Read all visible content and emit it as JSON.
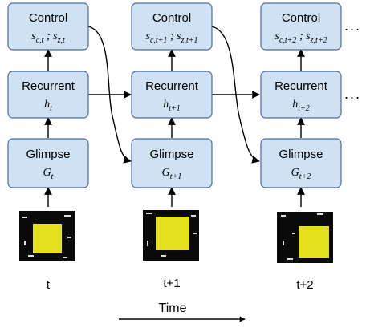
{
  "columns": [
    {
      "control_label": "Control",
      "control_math": [
        {
          "b": "s",
          "s": "c,t"
        },
        {
          "t": " ; "
        },
        {
          "b": "s",
          "s": "z,t"
        }
      ],
      "recurrent_label": "Recurrent",
      "recurrent_math": [
        {
          "b": "h",
          "s": "t"
        }
      ],
      "glimpse_label": "Glimpse",
      "glimpse_math": [
        {
          "b": "G",
          "s": "t"
        }
      ],
      "time_label": "t"
    },
    {
      "control_label": "Control",
      "control_math": [
        {
          "b": "s",
          "s": "c,t+1"
        },
        {
          "t": " ; "
        },
        {
          "b": "s",
          "s": "z,t+1"
        }
      ],
      "recurrent_label": "Recurrent",
      "recurrent_math": [
        {
          "b": "h",
          "s": "t+1"
        }
      ],
      "glimpse_label": "Glimpse",
      "glimpse_math": [
        {
          "b": "G",
          "s": "t+1"
        }
      ],
      "time_label": "t+1"
    },
    {
      "control_label": "Control",
      "control_math": [
        {
          "b": "s",
          "s": "c,t+2"
        },
        {
          "t": " ; "
        },
        {
          "b": "s",
          "s": "z,t+2"
        }
      ],
      "recurrent_label": "Recurrent",
      "recurrent_math": [
        {
          "b": "h",
          "s": "t+2"
        }
      ],
      "glimpse_label": "Glimpse",
      "glimpse_math": [
        {
          "b": "G",
          "s": "t+2"
        }
      ],
      "time_label": "t+2"
    }
  ],
  "continuation": "...",
  "axis_label": "Time",
  "colors": {
    "box_fill": "#cfe2f3",
    "box_stroke": "#4a6aa6",
    "thumbnail_square": "#e4e020",
    "thumbnail_background": "#0a0a0a"
  }
}
